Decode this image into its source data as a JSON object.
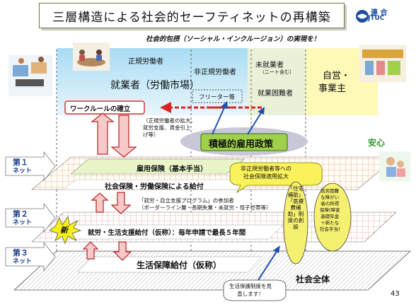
{
  "title": "三層構造による社会的セーフティネットの再構築",
  "logo": {
    "line1": "連 合",
    "line2": "JTUC"
  },
  "subtitle": "社会的包摂（ソーシャル・インクルージョン）の実現を！",
  "columns": {
    "regular": "正規労働者",
    "nonregular": "非正規労働者",
    "unemployed": "未就業者",
    "unemployed_note": "（ニート含む）",
    "employed": "就業者（労働市場）",
    "freeter": "フリーター等",
    "hard_to_employ": "就業困難者",
    "self_employed_l1": "自営・",
    "self_employed_l2": "事業主"
  },
  "boxes": {
    "work_rule": "ワークルールの確立",
    "active_policy": "積極的雇用政策",
    "expansion_note": [
      "（正規労働者の拡大、",
      "就労支援、賃金引上",
      "げ等）"
    ],
    "employment_ins": "雇用保険（基本手当）",
    "social_ins": "社会保険・労働保険による給付",
    "nonregular_bubble": [
      "非正規労働者等への",
      "社会保険適用拡大"
    ],
    "program_note": [
      "「就労・自立支援プログラム」の参加者",
      "（ボーダーライン層・長期失業・未就労・母子世帯等）"
    ],
    "new_label": "新",
    "employment_support": "就労・生活支援給付（仮称）：毎年申請で最長５年間",
    "livelihood": "生活保障給付（仮称）",
    "housing_bubble": "「住宅補助」「医療費補助」制度の創設",
    "support_bubble": [
      "就労困難",
      "な障がい",
      "者の所得",
      "保障(障害",
      "基礎年金",
      "＋新たな",
      "社会手当)"
    ],
    "society": "社会全体",
    "review_bubble": [
      "生活保護制度を見",
      "直します！"
    ],
    "anshin": "安心"
  },
  "nets": [
    {
      "num": "第１",
      "label": "ネット"
    },
    {
      "num": "第２",
      "label": "ネット"
    },
    {
      "num": "第３",
      "label": "ネット"
    }
  ],
  "page_number": "43",
  "colors": {
    "olive": "#6b7f3a",
    "red": "#cc2222",
    "blue_bg": "#cde9f7",
    "yellow_bg": "#fff9b8",
    "green_active": "#9fd24a",
    "net_blue": "#1f3f8f"
  }
}
